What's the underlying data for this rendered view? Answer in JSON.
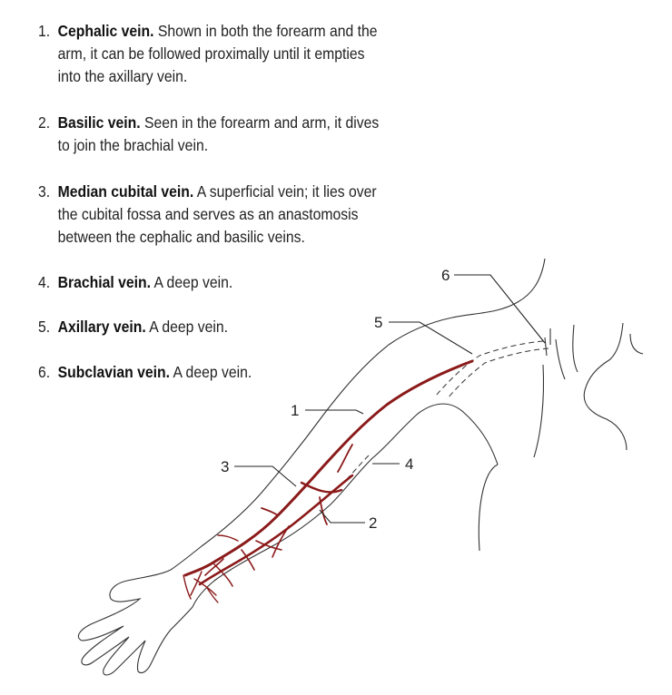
{
  "items": [
    {
      "number": "1.",
      "term": "Cephalic vein.",
      "lines": [
        "Shown in both the forearm and the",
        "arm, it can be followed proximally until it empties",
        "into the axillary vein."
      ]
    },
    {
      "number": "2.",
      "term": "Basilic vein.",
      "lines": [
        "Seen in the forearm and arm, it dives",
        "to join the brachial vein."
      ]
    },
    {
      "number": "3.",
      "term": "Median cubital vein.",
      "lines": [
        "A superficial vein; it lies over",
        "the cubital fossa and serves as an anastomosis",
        "between the cephalic and basilic veins."
      ]
    },
    {
      "number": "4.",
      "term": "Brachial vein.",
      "lines": [
        "A deep vein."
      ]
    },
    {
      "number": "5.",
      "term": "Axillary vein.",
      "lines": [
        "A deep vein."
      ]
    },
    {
      "number": "6.",
      "term": "Subclavian vein.",
      "lines": [
        "A deep vein."
      ]
    }
  ],
  "callouts": {
    "c1": "1",
    "c2": "2",
    "c3": "3",
    "c4": "4",
    "c5": "5",
    "c6": "6"
  },
  "colors": {
    "vein": "#8b1a1a",
    "outline": "#333333"
  }
}
